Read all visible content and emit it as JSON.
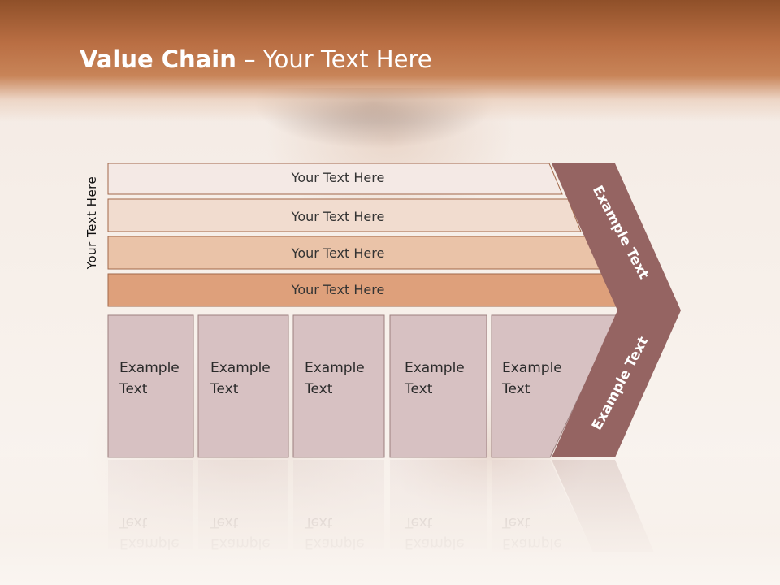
{
  "title": {
    "bold": "Value Chain",
    "rest": " – Your Text Here"
  },
  "side_label": "Your Text Here",
  "bars": [
    {
      "label": "Your Text Here",
      "fill": "#f4e9e5"
    },
    {
      "label": "Your Text Here",
      "fill": "#f1dccf"
    },
    {
      "label": "Your Text Here",
      "fill": "#eac3a8"
    },
    {
      "label": "Your Text Here",
      "fill": "#dea07b"
    }
  ],
  "columns": [
    {
      "line1": "Example",
      "line2": "Text"
    },
    {
      "line1": "Example",
      "line2": "Text"
    },
    {
      "line1": "Example",
      "line2": "Text"
    },
    {
      "line1": "Example",
      "line2": "Text"
    },
    {
      "line1": "Example",
      "line2": "Text"
    }
  ],
  "arrow": {
    "upper_label": "Example Text",
    "lower_label": "Example Text",
    "fill": "#956462"
  },
  "colors": {
    "column_fill": "#d7c1c2",
    "column_stroke": "#9c7f7f",
    "bar_stroke": "#a2684a"
  }
}
